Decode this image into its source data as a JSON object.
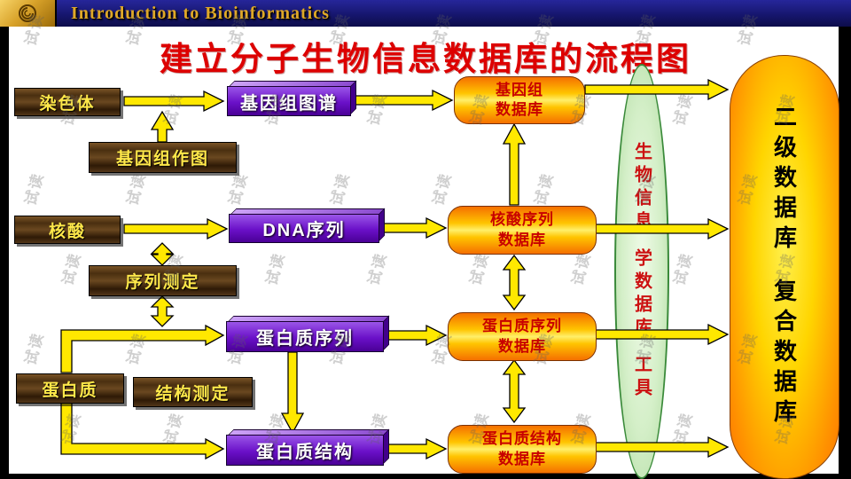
{
  "header": {
    "title": "Introduction to Bioinformatics",
    "logo_icon": "gold-shell-emblem"
  },
  "slide": {
    "title": "建立分子生物信息数据库的流程图",
    "watermark": "试读",
    "sources": {
      "chromosome": "染色体",
      "genome_mapping": "基因组作图",
      "nucleic_acid": "核酸",
      "sequencing": "序列测定",
      "protein": "蛋白质",
      "structure_determination": "结构测定"
    },
    "process": {
      "genome_map": "基因组图谱",
      "dna_sequence": "DNA序列",
      "protein_sequence": "蛋白质序列",
      "protein_structure": "蛋白质结构"
    },
    "databases": {
      "genome_db": [
        "基因组",
        "数据库"
      ],
      "nucleic_acid_db": [
        "核酸序列",
        "数据库"
      ],
      "protein_seq_db": [
        "蛋白质序列",
        "数据库"
      ],
      "protein_struct_db": [
        "蛋白质结构",
        "数据库"
      ]
    },
    "hub": {
      "lines": [
        "生物信息",
        "学数据库",
        "工具"
      ]
    },
    "secondary_db": {
      "lines": [
        "二级数据库",
        "复合数据库"
      ]
    }
  }
}
